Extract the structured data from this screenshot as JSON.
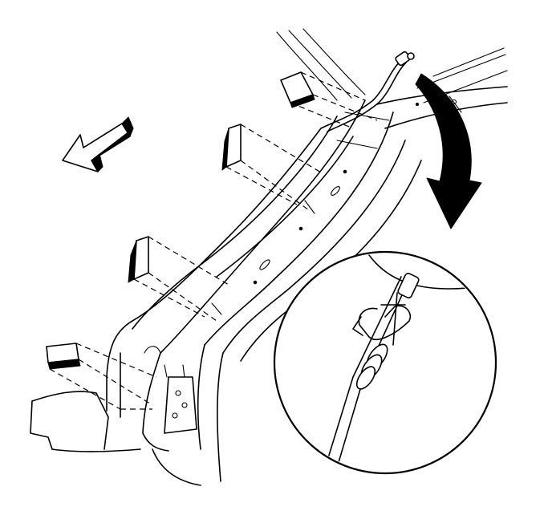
{
  "figure": {
    "kind": "service-manual line illustration",
    "colors": {
      "ink": "#000000",
      "paper": "#ffffff"
    },
    "icons": [
      "direction-arrow-icon",
      "detail-callout-arrow-icon",
      "magnifier-detail-circle"
    ],
    "parts": {
      "pads_count": 4,
      "callout_detail": "cable-clip-detail"
    }
  }
}
